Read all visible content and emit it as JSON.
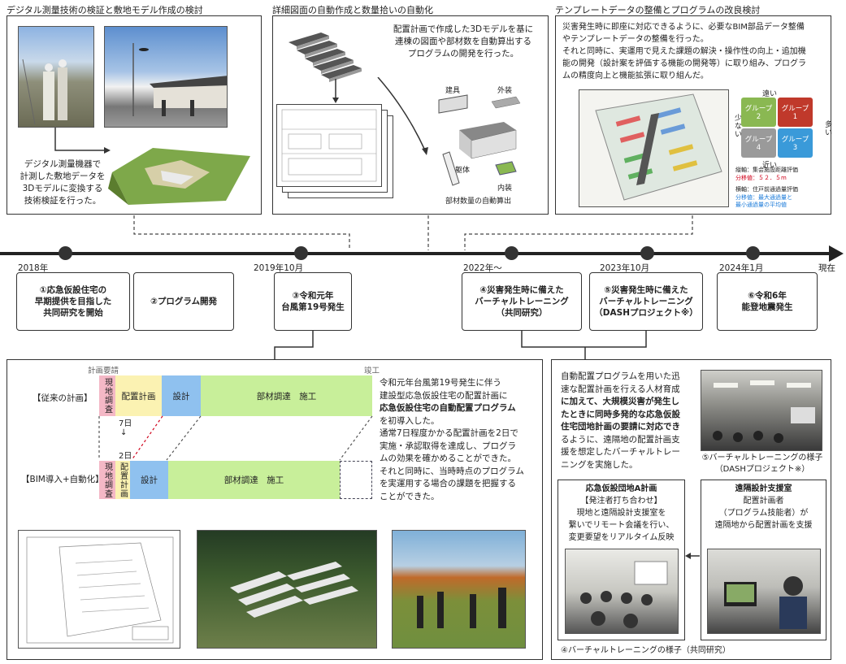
{
  "panels": {
    "p1": {
      "title": "デジタル測量技術の検証と敷地モデル作成の検討",
      "desc": [
        "デジタル測量機器で",
        "計測した敷地データを",
        "3Dモデルに変換する",
        "技術検証を行った。"
      ]
    },
    "p2": {
      "title": "詳細図面の自動作成と数量拾いの自動化",
      "desc": [
        "配置計画で作成した3Dモデルを基に",
        "連棟の図面や部材数を自動算出する",
        "プログラムの開発を行った。"
      ],
      "parts": {
        "a": "建具",
        "b": "外装",
        "c": "躯体",
        "d": "内装"
      },
      "caption": "部材数量の自動算出"
    },
    "p3": {
      "title": "テンプレートデータの整備とプログラムの改良検討",
      "desc": [
        "災害発生時に即座に対応できるように、必要なBIM部品データ整備",
        "やテンプレートデータの整備を行った。",
        "それと同時に、実運用で見えた課題の解決・操作性の向上・追加機",
        "能の開発（設計案を評価する機能の開発等）に取り組み、プログラ",
        "ムの精度向上と機能拡張に取り組んだ。"
      ],
      "groups": [
        "グループ\n2",
        "グループ\n1",
        "グループ\n4",
        "グループ\n3"
      ],
      "axis": {
        "top": "遠い",
        "left": "少ない",
        "right": "多い",
        "bottom": "近い"
      },
      "legend": [
        "縦軸：集会施設距離評価",
        "分移値：５２．５m",
        "横軸：住戸前通過量評価",
        "分移値：最大通過量と",
        "最小通過量の平均値"
      ]
    }
  },
  "timeline": {
    "years": [
      "2018年",
      "2019年10月",
      "2022年〜",
      "2023年10月",
      "2024年1月",
      "現在"
    ],
    "events": [
      "①応急仮設住宅の\n早期提供を目指した\n共同研究を開始",
      "②プログラム開発",
      "③令和元年\n台風第19号発生",
      "④災害発生時に備えた\nバーチャルトレーニング\n（共同研究）",
      "⑤災害発生時に備えた\nバーチャルトレーニング\n（DASHプロジェクト※）",
      "⑥令和6年\n能登地震発生"
    ]
  },
  "bottom_left": {
    "label_plan": "計画要請",
    "label_done": "竣工",
    "row1_label": "【従来の計画】",
    "row2_label": "【BIM導入+自動化】",
    "seg_survey": "現地調査",
    "seg_layout": "配置計画",
    "seg_layout_v": "配置計画",
    "seg_design": "設計",
    "seg_build": "部材調達　施工",
    "d7": "7日",
    "arrow": "↓",
    "d2": "2日",
    "para": [
      {
        "t": "令和元年台風第19号発生に伴う",
        "b": false
      },
      {
        "t": "建設型応急仮設住宅の配置計画に",
        "b": false
      },
      {
        "t": "応急仮設住宅の自動配置プログラム",
        "b": true
      },
      {
        "t": "を初導入した。",
        "b": false
      },
      {
        "t": "通常7日程度かかる配置計画を2日で",
        "b": false
      },
      {
        "t": "実施・承認取得を達成し、プログラ",
        "b": false
      },
      {
        "t": "ムの効果を確かめることができた。",
        "b": false
      },
      {
        "t": "それと同時に、当時時点のプログラム",
        "b": false
      },
      {
        "t": "を実運用する場合の課題を把握する",
        "b": false
      },
      {
        "t": "ことができた。",
        "b": false
      }
    ]
  },
  "bottom_right": {
    "para": [
      {
        "t": "自動配置プログラムを用いた迅",
        "b": false
      },
      {
        "t": "速な配置計画を行える人材育成",
        "b": false
      },
      {
        "t": "に加えて、大規模災害が発生し",
        "b": true
      },
      {
        "t": "たときに同時多発的な応急仮設",
        "b": true
      },
      {
        "t": "住宅団地計画の要請に対応でき",
        "b": true
      },
      {
        "t": "るように、遠隔地の配置計画支",
        "b": false
      },
      {
        "t": "援を想定したバーチャルトレー",
        "b": false
      },
      {
        "t": "ニングを実施した。",
        "b": false
      }
    ],
    "photo_caption": [
      "⑤バーチャルトレーニングの様子",
      "（DASHプロジェクト※）"
    ],
    "site_box": [
      "応急仮設団地A計画",
      "【発注者打ち合わせ】",
      "現地と遠隔設計支援室を",
      "繋いでリモート会議を行い、",
      "変更要望をリアルタイム反映"
    ],
    "remote_box": [
      "遠隔設計支援室",
      "配置計画者",
      "（プログラム技能者）が",
      "遠隔地から配置計画を支援"
    ],
    "bottom_caption": "④バーチャルトレーニングの様子（共同研究）"
  }
}
